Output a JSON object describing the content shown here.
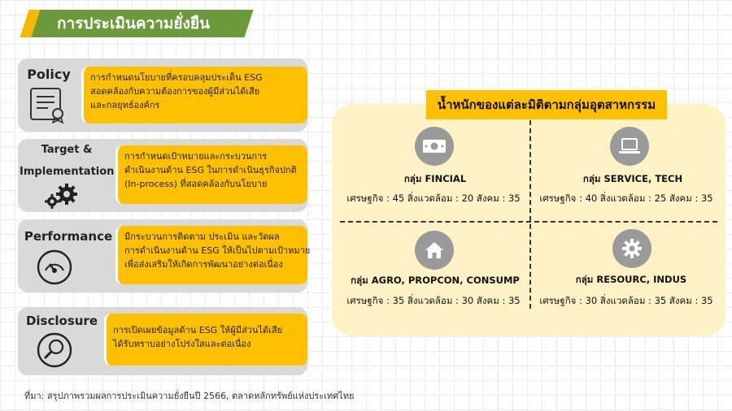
{
  "title": "การประเมินความยั่งยืน",
  "criteria": [
    {
      "label": "Policy",
      "lines": [
        "การกำหนดนโยบายที่ครอบคลุมประเด็น ESG",
        "สอดคล้องกับความต้องการของผู้มีส่วนได้เสีย",
        "และกลยุทธ์องค์กร"
      ],
      "icon": "certificate-document-icon"
    },
    {
      "label_line1": "Target &",
      "label_line2": "Implementation",
      "lines": [
        "การกำหนดเป้าหมายและกระบวนการ",
        "ดำเนินงานด้าน ESG ในการดำเนินธุรกิจปกติ",
        "(In-process) ที่สอดคล้องกับนโยบาย"
      ],
      "icon": "gears-icon"
    },
    {
      "label": "Performance",
      "lines": [
        "มีกระบวนการติดตาม ประเมิน และวัดผล",
        "การดำเนินงานด้าน ESG ให้เป็นไปตามเป้าหมาย",
        "เพื่อส่งเสริมให้เกิดการพัฒนาอย่างต่อเนื่อง"
      ],
      "icon": "gauge-icon"
    },
    {
      "label": "Disclosure",
      "lines": [
        "การเปิดเผยข้อมูลด้าน ESG ให้ผู้มีส่วนได้เสีย",
        "ได้รับทราบอย่างโปร่งใสและต่อเนื่อง"
      ],
      "icon": "magnifier-icon"
    }
  ],
  "weights_panel": {
    "title": "น้ำหนักของแต่ละมิติตามกลุ่มอุตสาหกรรม",
    "groups": [
      {
        "name": "กลุ่ม FINCIAL",
        "weights": "เศรษฐกิจ : 45  สิ่งแวดล้อม : 20  สังคม : 35",
        "icon": "money-icon"
      },
      {
        "name": "กลุ่ม SERVICE, TECH",
        "weights": "เศรษฐกิจ : 40  สิ่งแวดล้อม : 25  สังคม : 35",
        "icon": "laptop-icon"
      },
      {
        "name": "กลุ่ม AGRO, PROPCON, CONSUMP",
        "weights": "เศรษฐกิจ : 35  สิ่งแวดล้อม : 30  สังคม : 35",
        "icon": "house-icon"
      },
      {
        "name": "กลุ่ม RESOURC, INDUS",
        "weights": "เศรษฐกิจ : 30  สิ่งแวดล้อม : 35  สังคม : 35",
        "icon": "gear-icon"
      }
    ]
  },
  "source": "ที่มา: สรุปภาพรวมผลการประเมินความยั่งยืนปี 2566, ตลาดหลักทรัพย์แห่งประเทศไทย",
  "colors": {
    "accent_yellow": "#ffc000",
    "title_green": "#6b9a3a",
    "panel_bg": "#fff2c6",
    "row_gray": "#d9d9d9"
  }
}
